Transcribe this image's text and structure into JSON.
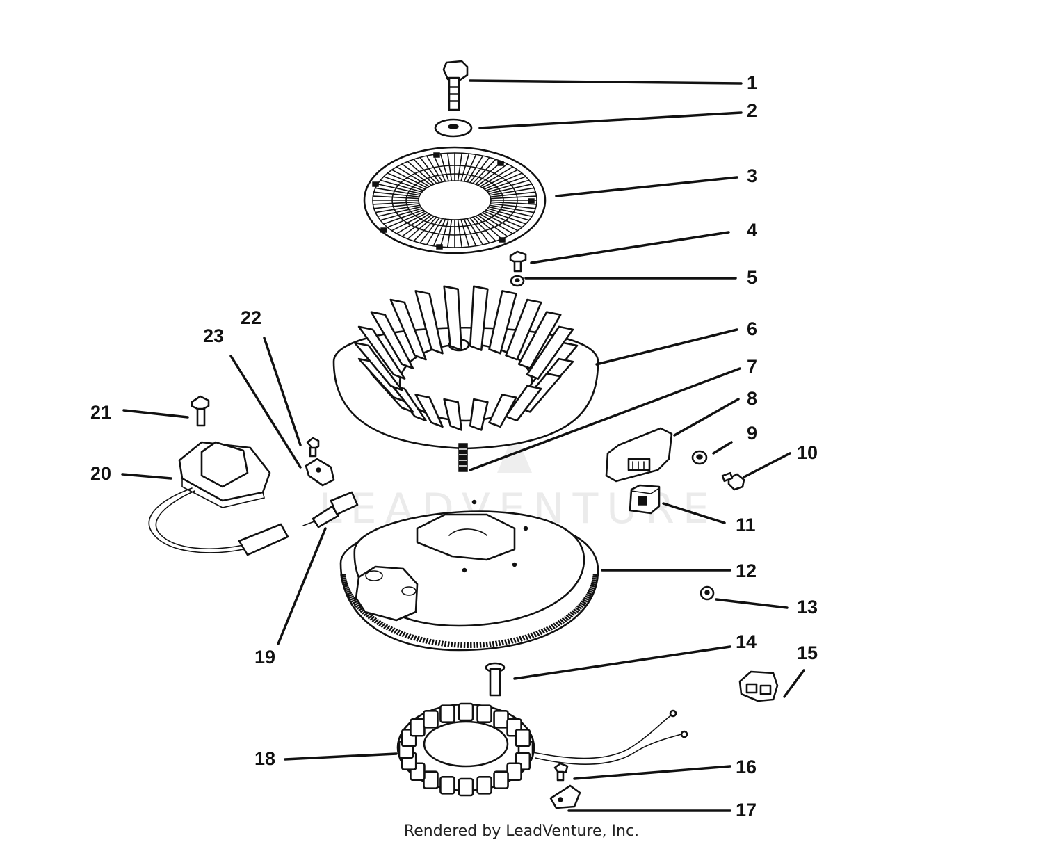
{
  "footer": {
    "credit": "Rendered by LeadVenture, Inc."
  },
  "watermark": {
    "text": "LEADVENTURE"
  },
  "callouts": [
    {
      "id": "1",
      "label": "1"
    },
    {
      "id": "2",
      "label": "2"
    },
    {
      "id": "3",
      "label": "3"
    },
    {
      "id": "4",
      "label": "4"
    },
    {
      "id": "5",
      "label": "5"
    },
    {
      "id": "6",
      "label": "6"
    },
    {
      "id": "7",
      "label": "7"
    },
    {
      "id": "8",
      "label": "8"
    },
    {
      "id": "9",
      "label": "9"
    },
    {
      "id": "10",
      "label": "10"
    },
    {
      "id": "11",
      "label": "11"
    },
    {
      "id": "12",
      "label": "12"
    },
    {
      "id": "13",
      "label": "13"
    },
    {
      "id": "14",
      "label": "14"
    },
    {
      "id": "15",
      "label": "15"
    },
    {
      "id": "16",
      "label": "16"
    },
    {
      "id": "17",
      "label": "17"
    },
    {
      "id": "18",
      "label": "18"
    },
    {
      "id": "19",
      "label": "19"
    },
    {
      "id": "20",
      "label": "20"
    },
    {
      "id": "21",
      "label": "21"
    },
    {
      "id": "22",
      "label": "22"
    },
    {
      "id": "23",
      "label": "23"
    }
  ]
}
